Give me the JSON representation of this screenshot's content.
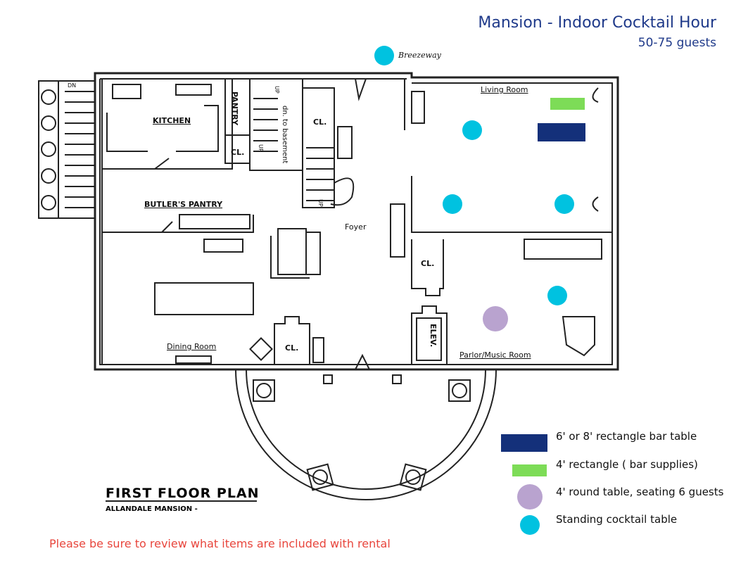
{
  "header": {
    "title": "Mansion - Indoor Cocktail Hour",
    "subtitle": "50-75 guests"
  },
  "plan": {
    "title": "FIRST FLOOR PLAN",
    "subtitle": "ALLANDALE MANSION -"
  },
  "rooms": {
    "kitchen": "KITCHEN",
    "pantry": "PANTRY",
    "butlers_pantry": "BUTLER'S PANTRY",
    "foyer": "Foyer",
    "living_room": "Living Room",
    "dining_room": "Dining Room",
    "parlor": "Parlor/Music Room",
    "breezeway": "Breezeway",
    "basement": "dn. to basement",
    "elev": "ELEV.",
    "cl_1": "CL.",
    "cl_2": "CL.",
    "cl_3": "CL.",
    "cl_4": "CL.",
    "up_1": "UP",
    "up_2": "UP",
    "up_3": "UP",
    "dn": "DN"
  },
  "legend": [
    {
      "label": "6' or 8' rectangle bar table",
      "color": "#14307a",
      "shape": "rect-large"
    },
    {
      "label": "4' rectangle  ( bar supplies)",
      "color": "#7ddc57",
      "shape": "rect-small"
    },
    {
      "label": "4' round table, seating 6 guests",
      "color": "#b9a3cf",
      "shape": "circle-large"
    },
    {
      "label": "Standing cocktail table",
      "color": "#00c2e0",
      "shape": "circle-small"
    }
  ],
  "note": {
    "text": "Please be sure to review what items are included with rental",
    "color": "#e8453c"
  },
  "colors": {
    "bar_table": "#14307a",
    "supply_table": "#7ddc57",
    "round_table": "#b9a3cf",
    "cocktail_table": "#00c2e0",
    "title": "#1f3a8a"
  }
}
